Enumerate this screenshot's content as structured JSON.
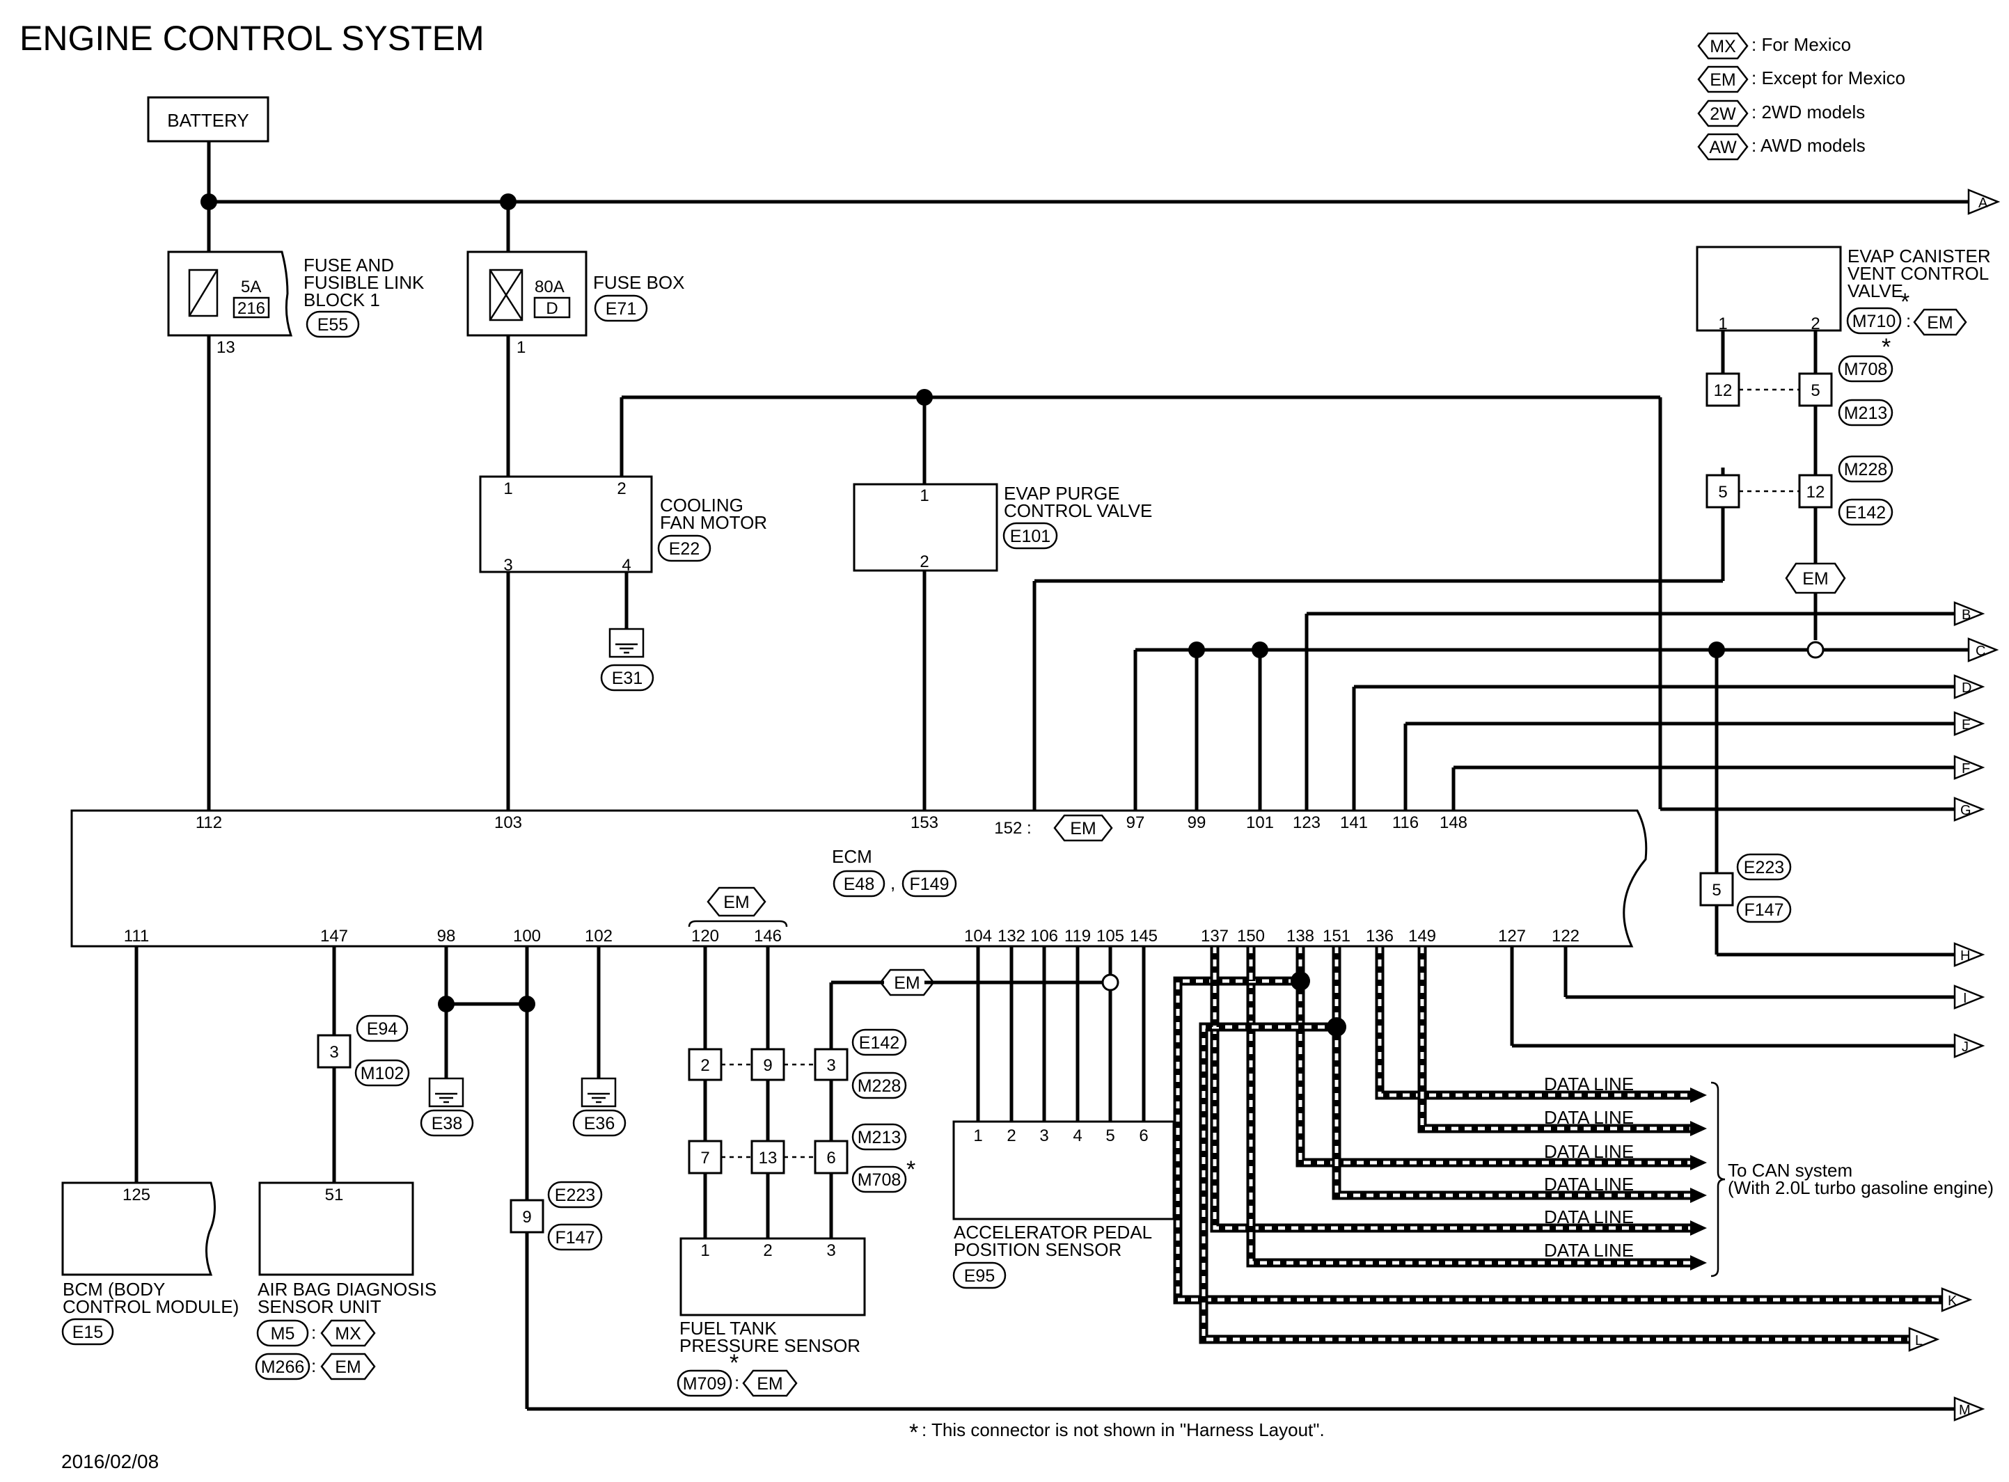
{
  "title": "ENGINE CONTROL SYSTEM",
  "date": "2016/02/08",
  "footnote": ": This connector is not shown in \"Harness Layout\".",
  "legend": [
    {
      "code": "MX",
      "text": ": For Mexico"
    },
    {
      "code": "EM",
      "text": ": Except  for Mexico"
    },
    {
      "code": "2W",
      "text": ": 2WD models"
    },
    {
      "code": "AW",
      "text": ": AWD models"
    }
  ],
  "battery": "BATTERY",
  "fuse_link": {
    "line1": "FUSE AND",
    "line2": "FUSIBLE LINK",
    "line3": "BLOCK 1",
    "conn": "E55",
    "amp": "5A",
    "num": "216",
    "pin": "13"
  },
  "fuse_box": {
    "name": "FUSE BOX",
    "conn": "E71",
    "amp": "80A",
    "num": "D",
    "pin": "1"
  },
  "cooling_fan": {
    "line1": "COOLING",
    "line2": "FAN MOTOR",
    "conn": "E22",
    "p1": "1",
    "p2": "2",
    "p3": "3",
    "p4": "4",
    "ground": "E31"
  },
  "evap_purge": {
    "line1": "EVAP PURGE",
    "line2": "CONTROL VALVE",
    "conn": "E101",
    "p1": "1",
    "p2": "2"
  },
  "evap_vent": {
    "line1": "EVAP CANISTER",
    "line2": "VENT CONTROL",
    "line3": "VALVE",
    "conn": "M710",
    "tag": "EM",
    "p1": "1",
    "p2": "2"
  },
  "vent_connectors": {
    "c1": "12",
    "c2": "5",
    "c3": "5",
    "c4": "12",
    "m708": "M708",
    "m213": "M213",
    "m228": "M228",
    "e142": "E142",
    "em": "EM"
  },
  "ecm": {
    "name": "ECM",
    "conn1": "E48",
    "comma": ",",
    "conn2": "F149",
    "em_top": "EM",
    "em_bottom": "EM",
    "top_pins": [
      "112",
      "103",
      "153",
      "152 :",
      "97",
      "99",
      "101",
      "123",
      "141",
      "116",
      "148"
    ],
    "bottom_pins": [
      "111",
      "147",
      "98",
      "100",
      "102",
      "120",
      "146",
      "104",
      "132",
      "106",
      "119",
      "105",
      "145",
      "137",
      "150",
      "138",
      "151",
      "136",
      "149",
      "127",
      "122"
    ]
  },
  "arrows": [
    "A",
    "B",
    "C",
    "D",
    "E",
    "F",
    "G",
    "H",
    "I",
    "J",
    "K",
    "L",
    "M"
  ],
  "e223_5": {
    "pin": "5",
    "c1": "E223",
    "c2": "F147"
  },
  "airbag_conn": {
    "pin": "3",
    "c1": "E94",
    "c2": "M102"
  },
  "ground_e38": "E38",
  "ground_e36": "E36",
  "conn_9": {
    "pin": "9",
    "c1": "E223",
    "c2": "F147"
  },
  "bcm": {
    "line1": "BCM (BODY",
    "line2": "CONTROL MODULE)",
    "conn": "E15",
    "pin": "125"
  },
  "airbag": {
    "line1": "AIR BAG DIAGNOSIS",
    "line2": "SENSOR UNIT",
    "pin": "51",
    "c1": "M5",
    "t1": "MX",
    "c2": "M266",
    "t2": "EM"
  },
  "fuel_tank": {
    "line1": "FUEL TANK",
    "line2": "PRESSURE SENSOR",
    "conn": "M709",
    "tag": "EM",
    "p1": "1",
    "p2": "2",
    "p3": "3"
  },
  "fuel_connectors": {
    "a1": "2",
    "a2": "9",
    "a3": "3",
    "b1": "7",
    "b2": "13",
    "b3": "6",
    "e142": "E142",
    "m228": "M228",
    "m213": "M213",
    "m708": "M708",
    "em": "EM"
  },
  "app_sensor": {
    "line1": "ACCELERATOR PEDAL",
    "line2": "POSITION SENSOR",
    "conn": "E95",
    "pins": [
      "1",
      "2",
      "3",
      "4",
      "5",
      "6"
    ]
  },
  "data_lines": [
    "DATA LINE",
    "DATA LINE",
    "DATA LINE",
    "DATA LINE",
    "DATA LINE",
    "DATA LINE"
  ],
  "can": {
    "line1": "To CAN system",
    "line2": "(With 2.0L turbo gasoline engine)"
  }
}
